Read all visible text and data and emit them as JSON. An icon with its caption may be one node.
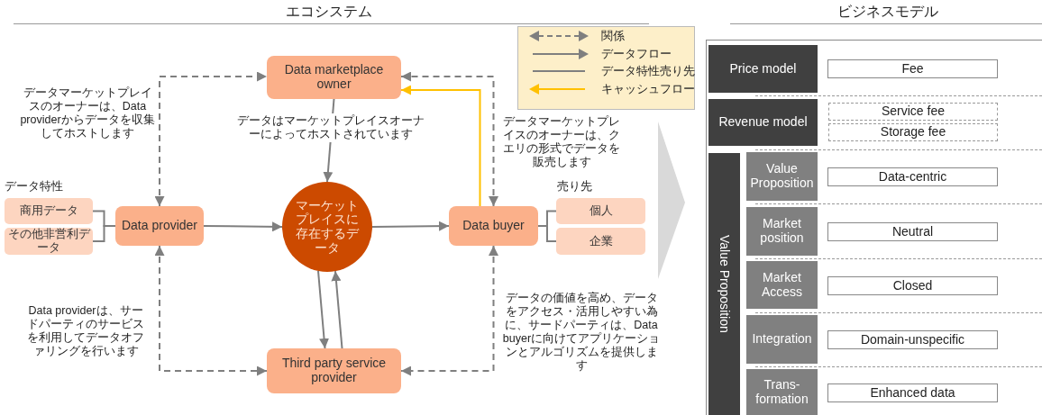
{
  "diagram": {
    "nodes": [
      {
        "text": [
          "Data marketplace owner"
        ]
      },
      {
        "text": [
          "Data provider"
        ]
      },
      {
        "text": [
          "マーケットプレイスに存在するデータ"
        ]
      },
      {
        "text": [
          "Data buyer"
        ]
      },
      {
        "text": [
          "Third party service provider"
        ]
      },
      {
        "text": [
          "商用データ"
        ]
      },
      {
        "text": [
          "その他非営利データ"
        ]
      },
      {
        "text": [
          "個人"
        ]
      },
      {
        "text": [
          "企業"
        ]
      },
      {
        "text": [
          "Price model"
        ]
      },
      {
        "text": [
          "Fee"
        ]
      },
      {
        "text": [
          "Revenue model"
        ]
      },
      {
        "text": [
          "Service fee"
        ]
      },
      {
        "text": [
          "Storage fee"
        ]
      },
      {
        "text": [
          "Value Proposition"
        ]
      },
      {
        "text": [
          "Value Proposition"
        ]
      },
      {
        "text": [
          "Data-centric"
        ]
      },
      {
        "text": [
          "Market position"
        ]
      },
      {
        "text": [
          "Neutral"
        ]
      },
      {
        "text": [
          "Market Access"
        ]
      },
      {
        "text": [
          "Closed"
        ]
      },
      {
        "text": [
          "Integration"
        ]
      },
      {
        "text": [
          "Domain-unspecific"
        ]
      },
      {
        "text": [
          "Trans-formation"
        ]
      },
      {
        "text": [
          "Enhanced data"
        ]
      }
    ],
    "edges": [
      {
        "from": 1,
        "to": 0,
        "arrow": "both",
        "style": "dashed"
      },
      {
        "from": 3,
        "to": 0,
        "arrow": "both",
        "style": "dashed"
      },
      {
        "from": 0,
        "to": 2,
        "arrow": "to",
        "label": "データはマーケットプレイスオーナーによってホストされています"
      },
      {
        "from": 3,
        "to": 0,
        "arrow": "to",
        "color": "#ffc000"
      },
      {
        "from": 1,
        "to": 2,
        "arrow": "to"
      },
      {
        "from": 2,
        "to": 3,
        "arrow": "to"
      },
      {
        "from": 2,
        "to": 4,
        "arrow": "to"
      },
      {
        "from": 4,
        "to": 2,
        "arrow": "to"
      },
      {
        "from": 1,
        "to": 4,
        "arrow": "both",
        "style": "dashed"
      },
      {
        "from": 3,
        "to": 4,
        "arrow": "both",
        "style": "dashed"
      },
      {
        "from": 5,
        "to": 1,
        "arrow": "none"
      },
      {
        "from": 6,
        "to": 1,
        "arrow": "none"
      },
      {
        "from": 3,
        "to": 7,
        "arrow": "none"
      },
      {
        "from": 3,
        "to": 8,
        "arrow": "none"
      }
    ],
    "labels": [
      "エコシステム",
      "ビジネスモデル",
      "データマーケットプレイスのオーナーは、Data providerからデータを収集してホストします",
      "データマーケットプレイスのオーナーは、クエリの形式でデータを販売します",
      "データ特性",
      "売り先",
      "Data providerは、サードパーティのサービスを利用してデータオファリングを行います",
      "データの価値を高め、データをアクセス・活用しやすい為に、サードパーティは、Data buyerに向けてアプリケーションとアルゴリズムを提供します"
    ],
    "legend": [
      {
        "text": "関係"
      },
      {
        "text": "データフロー"
      },
      {
        "text": "データ特性売り先"
      },
      {
        "text": "キャッシュフロー"
      }
    ]
  }
}
